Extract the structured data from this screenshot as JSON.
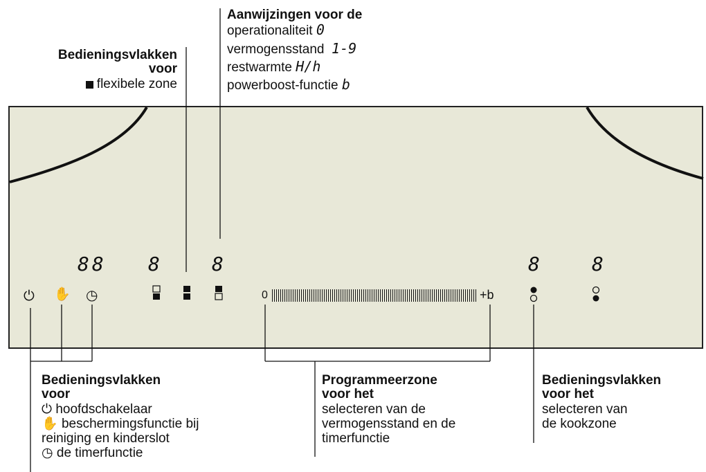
{
  "top_center": {
    "title": "Aanwijzingen voor de",
    "lines": [
      {
        "text": "operationaliteit",
        "code": "0"
      },
      {
        "text": "vermogensstand",
        "code": "1-9"
      },
      {
        "text": "restwarmte",
        "code": "H/h"
      },
      {
        "text": "powerboost-functie",
        "code": "b"
      }
    ]
  },
  "top_left": {
    "title_line1": "Bedieningsvlakken",
    "title_line2": "voor",
    "item": "flexibele zone"
  },
  "panel": {
    "displays": {
      "left_pair": "88",
      "zone_left": "8",
      "zone_right": "8",
      "right_a": "8",
      "right_b": "8"
    },
    "icons": [
      "power-icon",
      "hand-protect-icon",
      "timer-icon"
    ],
    "slider_start": "0",
    "slider_end": "+b"
  },
  "bottom_left": {
    "title_line1": "Bedieningsvlakken",
    "title_line2": "voor",
    "lines": [
      "hoofdschakelaar",
      "beschermingsfunctie bij",
      "reiniging en kinderslot",
      "de timerfunctie"
    ]
  },
  "bottom_middle": {
    "title_line1": "Programmeerzone",
    "title_line2": "voor het",
    "lines": [
      "selecteren van de",
      "vermogensstand en de",
      "timerfunctie"
    ]
  },
  "bottom_right": {
    "title_line1": "Bedieningsvlakken",
    "title_line2": "voor het",
    "lines": [
      "selecteren van",
      "de kookzone"
    ]
  }
}
